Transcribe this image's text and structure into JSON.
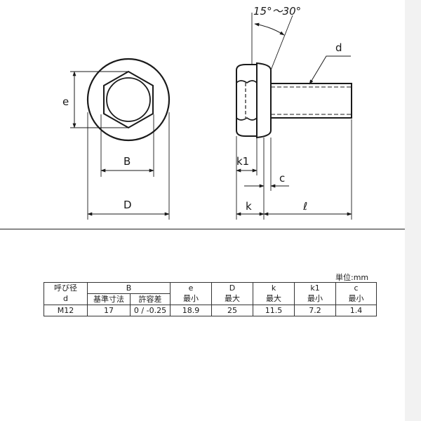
{
  "drawing": {
    "angle_label": "15°〜30°",
    "labels": {
      "d": "d",
      "e": "e",
      "B": "B",
      "D": "D",
      "k1": "k1",
      "c": "c",
      "k": "k",
      "l": "ℓ"
    }
  },
  "table": {
    "unit": "単位:mm",
    "header_row1": {
      "nominal": "呼び径",
      "B": "B",
      "e": "e",
      "D": "D",
      "k": "k",
      "k1": "k1",
      "c": "c"
    },
    "header_row2": {
      "nominal": "d",
      "B_nominal": "基準寸法",
      "B_tolerance": "許容差",
      "e": "最小",
      "D": "最大",
      "k": "最大",
      "k1": "最小",
      "c": "最小"
    },
    "rows": [
      {
        "nominal": "M12",
        "B_nominal": "17",
        "B_tolerance": "0 ∕ -0.25",
        "e": "18.9",
        "D": "25",
        "k": "11.5",
        "k1": "7.2",
        "c": "1.4"
      }
    ]
  }
}
